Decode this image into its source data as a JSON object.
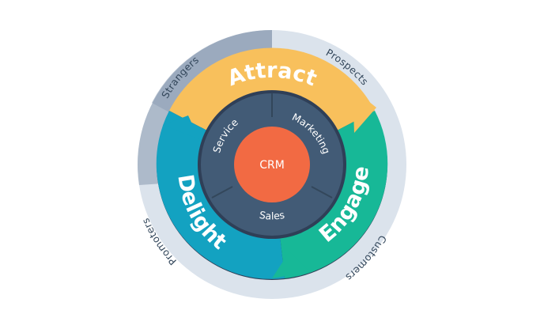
{
  "diagram": {
    "outer_ring": {
      "labels": [
        "Strangers",
        "Prospects",
        "Customers",
        "Promoters"
      ]
    },
    "phases": [
      {
        "label": "Attract",
        "color": "#f8c05c"
      },
      {
        "label": "Engage",
        "color": "#17b897"
      },
      {
        "label": "Delight",
        "color": "#13a2c1"
      }
    ],
    "teams": [
      "Marketing",
      "Sales",
      "Service"
    ],
    "core": {
      "label": "CRM",
      "color": "#f26a43"
    },
    "colors": {
      "outer_ring_light": "#dbe3ec",
      "outer_ring_dark": "#a5b3c4",
      "team_ring": "#425b76",
      "outline": "#2f3f57"
    }
  }
}
